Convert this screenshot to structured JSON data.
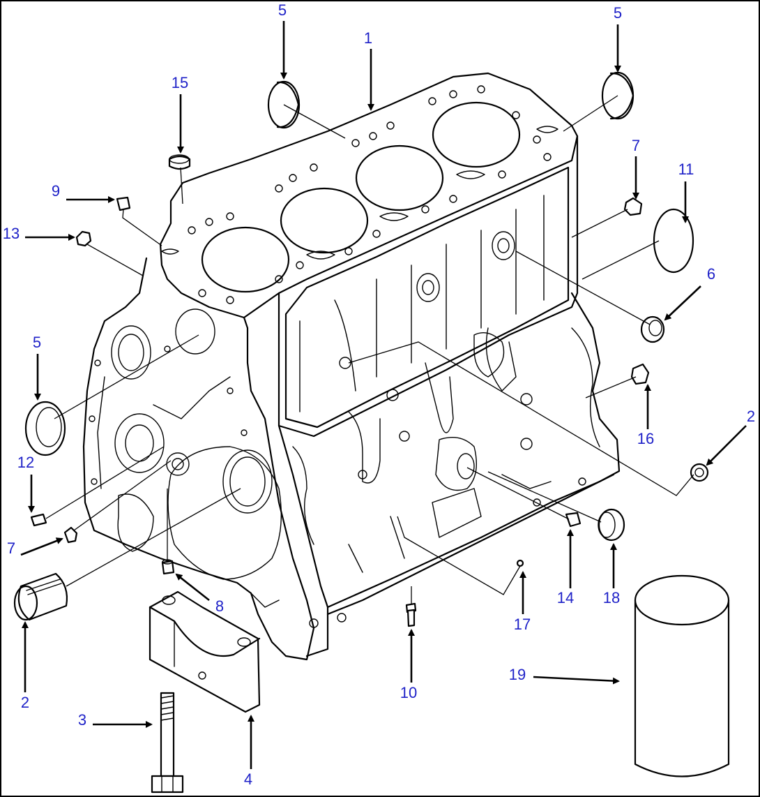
{
  "diagram": {
    "callouts": [
      {
        "id": "c5a",
        "label": "5"
      },
      {
        "id": "c1",
        "label": "1"
      },
      {
        "id": "c5b",
        "label": "5"
      },
      {
        "id": "c15",
        "label": "15"
      },
      {
        "id": "c7a",
        "label": "7"
      },
      {
        "id": "c11",
        "label": "11"
      },
      {
        "id": "c9",
        "label": "9"
      },
      {
        "id": "c13",
        "label": "13"
      },
      {
        "id": "c6",
        "label": "6"
      },
      {
        "id": "c5c",
        "label": "5"
      },
      {
        "id": "c16",
        "label": "16"
      },
      {
        "id": "c2a",
        "label": "2"
      },
      {
        "id": "c12",
        "label": "12"
      },
      {
        "id": "c7b",
        "label": "7"
      },
      {
        "id": "c14",
        "label": "14"
      },
      {
        "id": "c18",
        "label": "18"
      },
      {
        "id": "c8",
        "label": "8"
      },
      {
        "id": "c17",
        "label": "17"
      },
      {
        "id": "c2b",
        "label": "2"
      },
      {
        "id": "c19",
        "label": "19"
      },
      {
        "id": "c10",
        "label": "10"
      },
      {
        "id": "c3",
        "label": "3"
      },
      {
        "id": "c4",
        "label": "4"
      }
    ],
    "colors": {
      "label": "#1f22c8",
      "line": "#000000",
      "background": "#ffffff"
    }
  }
}
